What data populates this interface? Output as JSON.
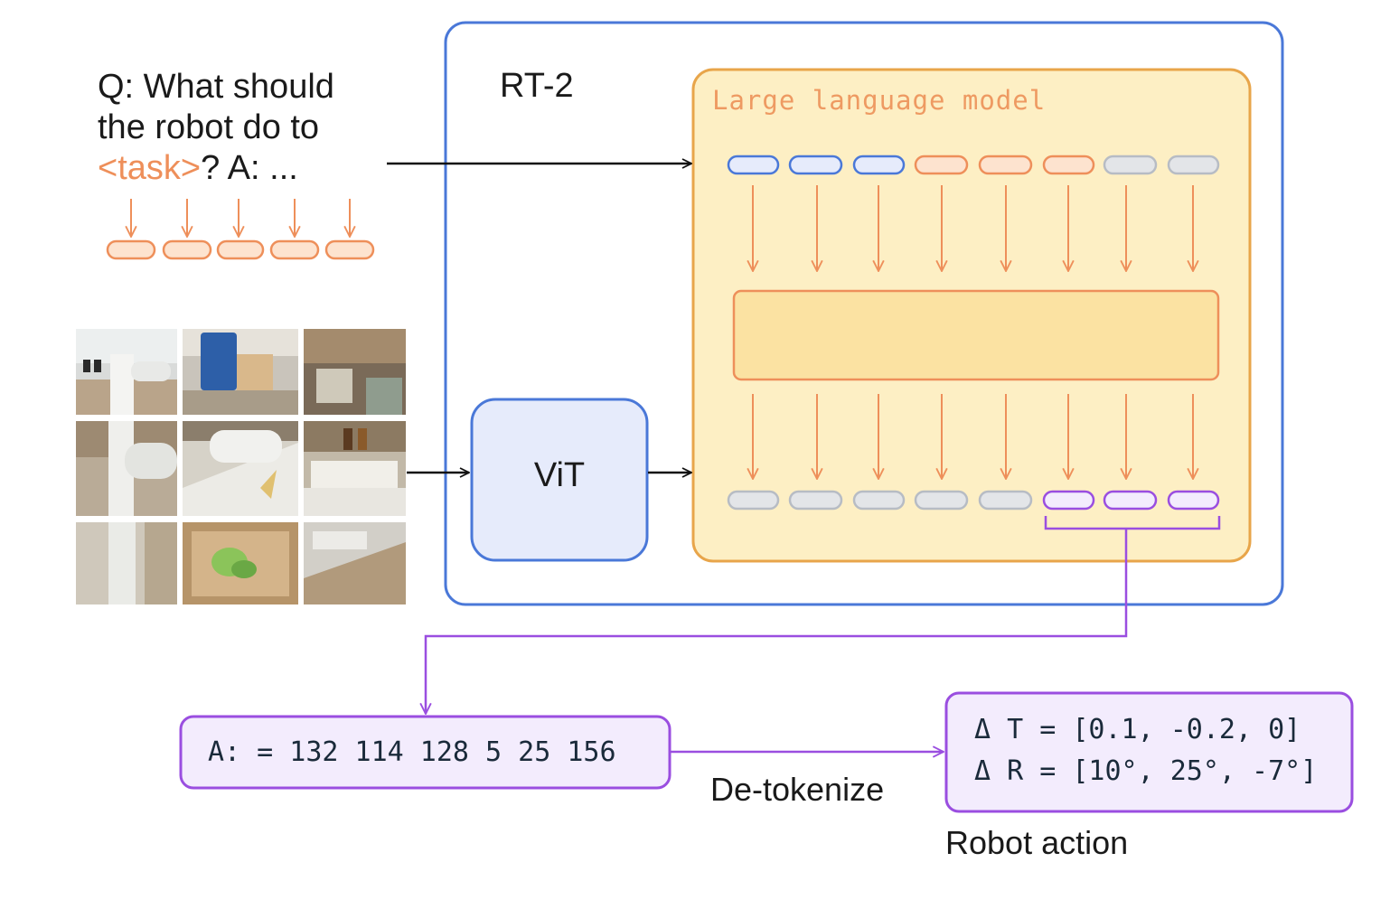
{
  "question": {
    "line1": "Q: What should",
    "line2": "the robot do to",
    "task": "<task>",
    "suffix": "? A: ..."
  },
  "rt2_label": "RT-2",
  "llm_label": "Large language model",
  "vit_label": "ViT",
  "action_tokens": "A: = 132 114 128 5 25 156",
  "detokenize_label": "De-tokenize",
  "robot_action": {
    "translation": "Δ T = [0.1, -0.2, 0]",
    "rotation": "Δ R = [10°, 25°, -7°]",
    "label": "Robot action"
  },
  "colors": {
    "rt2_border": "#4a78d8",
    "llm_fill": "#fdefc4",
    "llm_border": "#e8a54a",
    "transformer_fill": "#fbe2a2",
    "transformer_border": "#ee8f5a",
    "text_token": "#ee8f5a",
    "question_token": "#4a78d8",
    "image_token": "#b7bcc4",
    "action_token": "#9a4ee0",
    "vit_fill": "#e6ebfb",
    "action_box_fill": "#f3ecfd"
  }
}
